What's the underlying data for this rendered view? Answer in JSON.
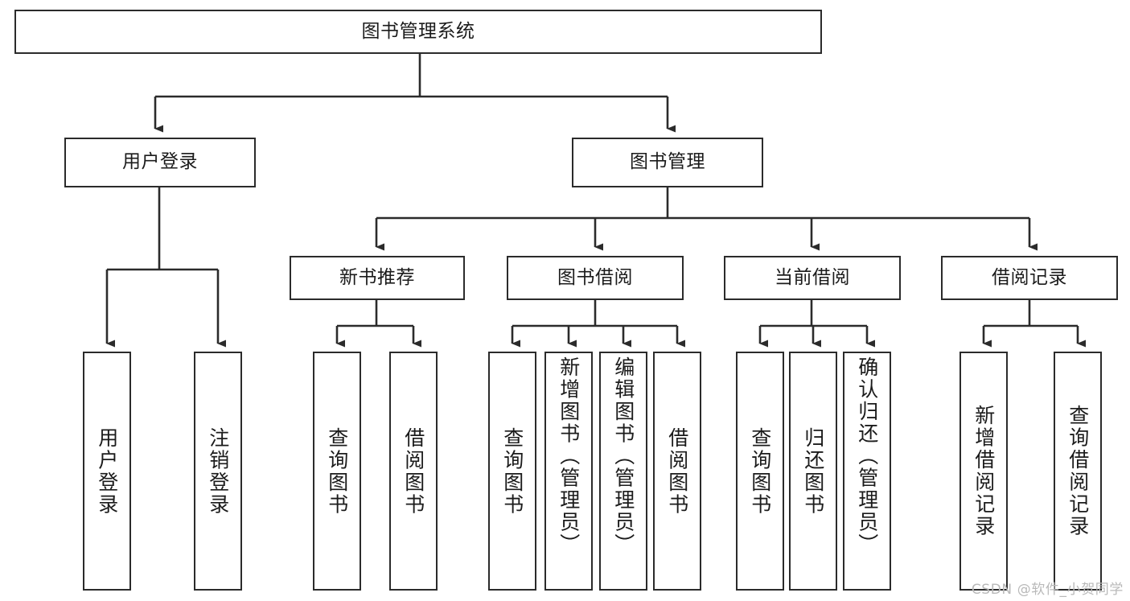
{
  "diagram": {
    "title": "图书管理系统",
    "type": "function-decomposition-tree",
    "orientation": "top-down",
    "background_color": "#ffffff",
    "line_color": "#2b2b2b",
    "box_fill": "#ffffff",
    "text_color": "#1b1b1b"
  },
  "nodes": {
    "root": {
      "label": "图书管理系统"
    },
    "level2": [
      {
        "label": "用户登录"
      },
      {
        "label": "图书管理"
      }
    ],
    "level3": [
      {
        "label": "新书推荐"
      },
      {
        "label": "图书借阅"
      },
      {
        "label": "当前借阅"
      },
      {
        "label": "借阅记录"
      }
    ],
    "leaves": {
      "user_login": [
        {
          "label": "用户登录"
        },
        {
          "label": "注销登录"
        }
      ],
      "new_book_recommend": [
        {
          "label": "查询图书"
        },
        {
          "label": "借阅图书"
        }
      ],
      "book_borrow": [
        {
          "label": "查询图书"
        },
        {
          "label": "新增图书（管理员）"
        },
        {
          "label": "编辑图书（管理员）"
        },
        {
          "label": "借阅图书"
        }
      ],
      "current_borrow": [
        {
          "label": "查询图书"
        },
        {
          "label": "归还图书"
        },
        {
          "label": "确认归还（管理员）"
        }
      ],
      "borrow_record": [
        {
          "label": "新增借阅记录"
        },
        {
          "label": "查询借阅记录"
        }
      ]
    }
  },
  "watermark": {
    "text": "CSDN @软件_小贺同学"
  }
}
